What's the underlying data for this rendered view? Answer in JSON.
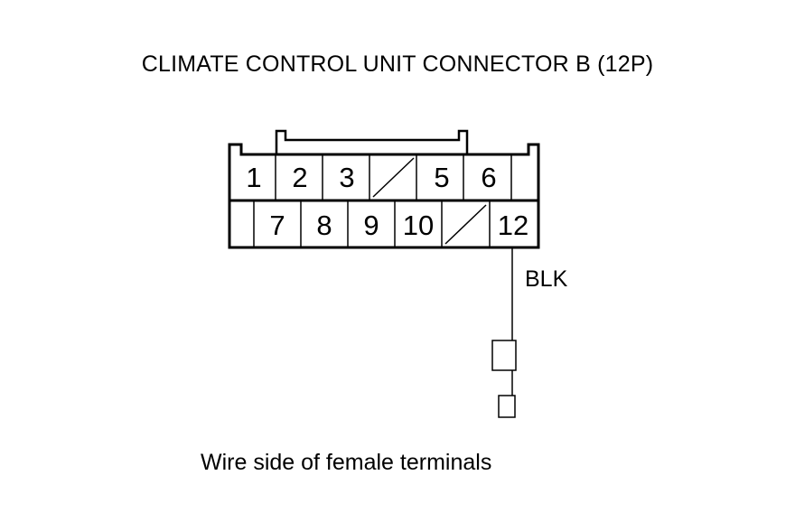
{
  "title": "CLIMATE CONTROL UNIT CONNECTOR B (12P)",
  "connector": {
    "top_row": [
      {
        "label": "1",
        "empty": false
      },
      {
        "label": "2",
        "empty": false
      },
      {
        "label": "3",
        "empty": false
      },
      {
        "label": "",
        "empty": true
      },
      {
        "label": "5",
        "empty": false
      },
      {
        "label": "6",
        "empty": false
      }
    ],
    "bottom_row": [
      {
        "label": "7",
        "empty": false
      },
      {
        "label": "8",
        "empty": false
      },
      {
        "label": "9",
        "empty": false
      },
      {
        "label": "10",
        "empty": false
      },
      {
        "label": "",
        "empty": true
      },
      {
        "label": "12",
        "empty": false
      }
    ]
  },
  "wire": {
    "color_label": "BLK",
    "pin": "12"
  },
  "caption": "Wire side of female terminals"
}
